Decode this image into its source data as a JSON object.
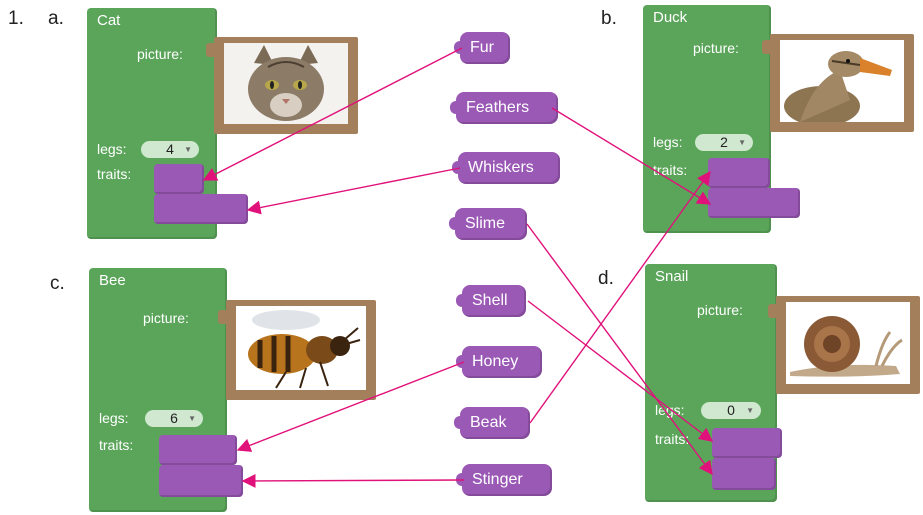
{
  "question_number": "1.",
  "colors": {
    "block": "#5ba55b",
    "trait": "#9b59b6",
    "frame": "#a37f5c",
    "arrow": "#e0117a"
  },
  "blocks": [
    {
      "letter": "a.",
      "name": "Cat",
      "picture_label": "picture:",
      "legs_label": "legs:",
      "legs_value": "4",
      "traits_label": "traits:",
      "animal_icon": "cat"
    },
    {
      "letter": "b.",
      "name": "Duck",
      "picture_label": "picture:",
      "legs_label": "legs:",
      "legs_value": "2",
      "traits_label": "traits:",
      "animal_icon": "duck"
    },
    {
      "letter": "c.",
      "name": "Bee",
      "picture_label": "picture:",
      "legs_label": "legs:",
      "legs_value": "6",
      "traits_label": "traits:",
      "animal_icon": "bee"
    },
    {
      "letter": "d.",
      "name": "Snail",
      "picture_label": "picture:",
      "legs_label": "legs:",
      "legs_value": "0",
      "traits_label": "traits:",
      "animal_icon": "snail"
    }
  ],
  "traits": [
    "Fur",
    "Feathers",
    "Whiskers",
    "Slime",
    "Shell",
    "Honey",
    "Beak",
    "Stinger"
  ],
  "connections": [
    {
      "trait": "Fur",
      "animal": "Cat",
      "slot": 1
    },
    {
      "trait": "Whiskers",
      "animal": "Cat",
      "slot": 2
    },
    {
      "trait": "Feathers",
      "animal": "Duck",
      "slot": 2
    },
    {
      "trait": "Beak",
      "animal": "Duck",
      "slot": 1
    },
    {
      "trait": "Honey",
      "animal": "Bee",
      "slot": 1
    },
    {
      "trait": "Stinger",
      "animal": "Bee",
      "slot": 2
    },
    {
      "trait": "Slime",
      "animal": "Snail",
      "slot": 2
    },
    {
      "trait": "Shell",
      "animal": "Snail",
      "slot": 1
    }
  ]
}
